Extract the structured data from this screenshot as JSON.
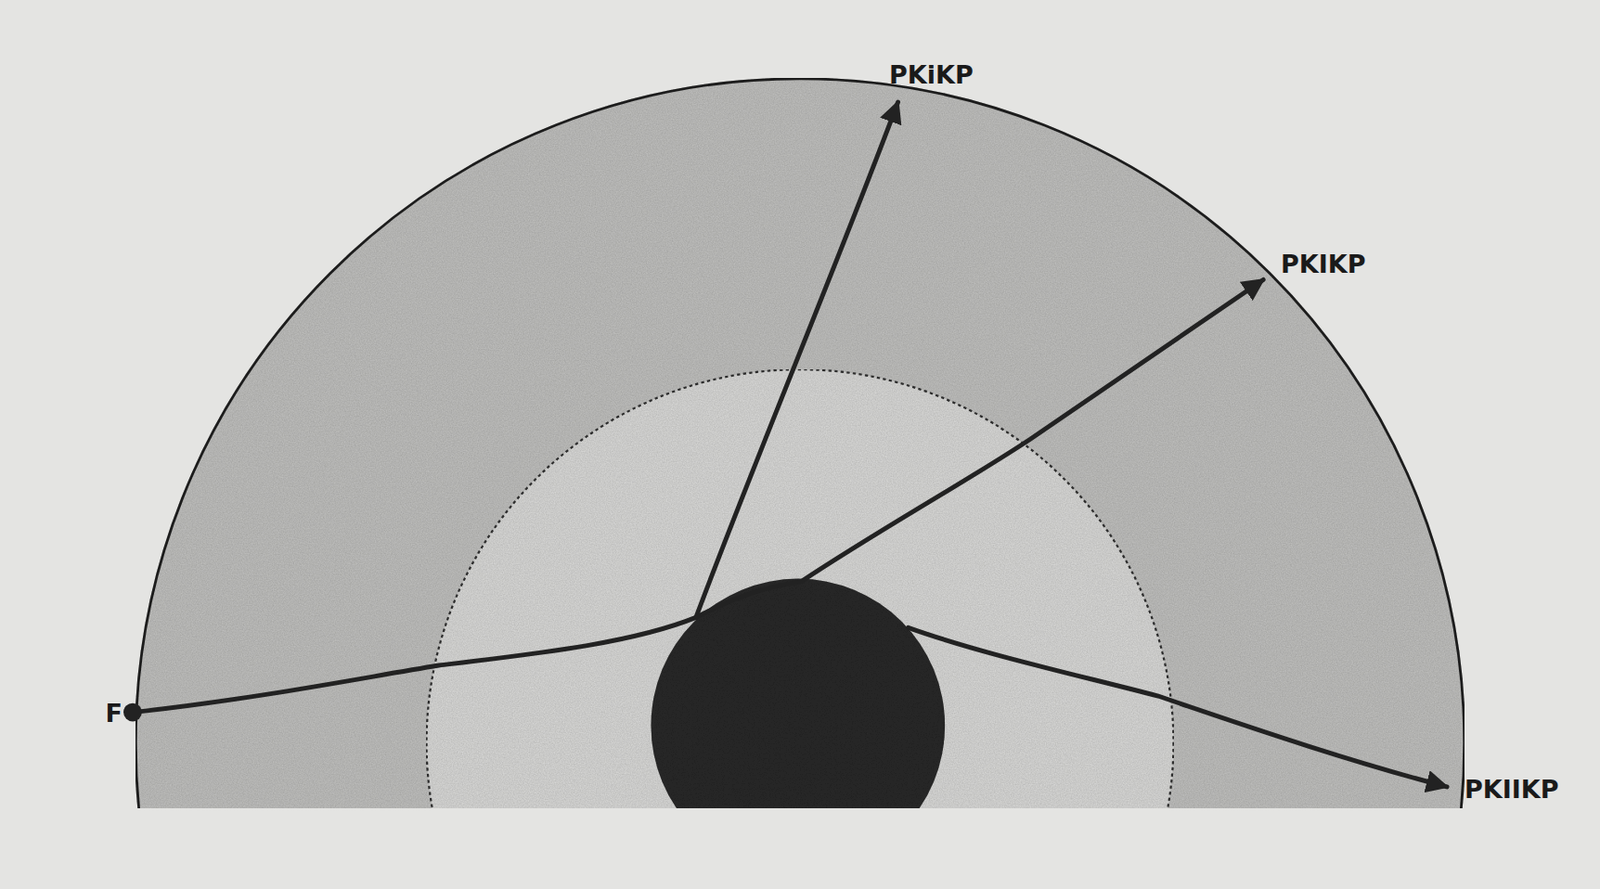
{
  "diagram": {
    "labels": [
      "PKiKP",
      "PKIKP",
      "F",
      "PKIIKP"
    ]
  }
}
